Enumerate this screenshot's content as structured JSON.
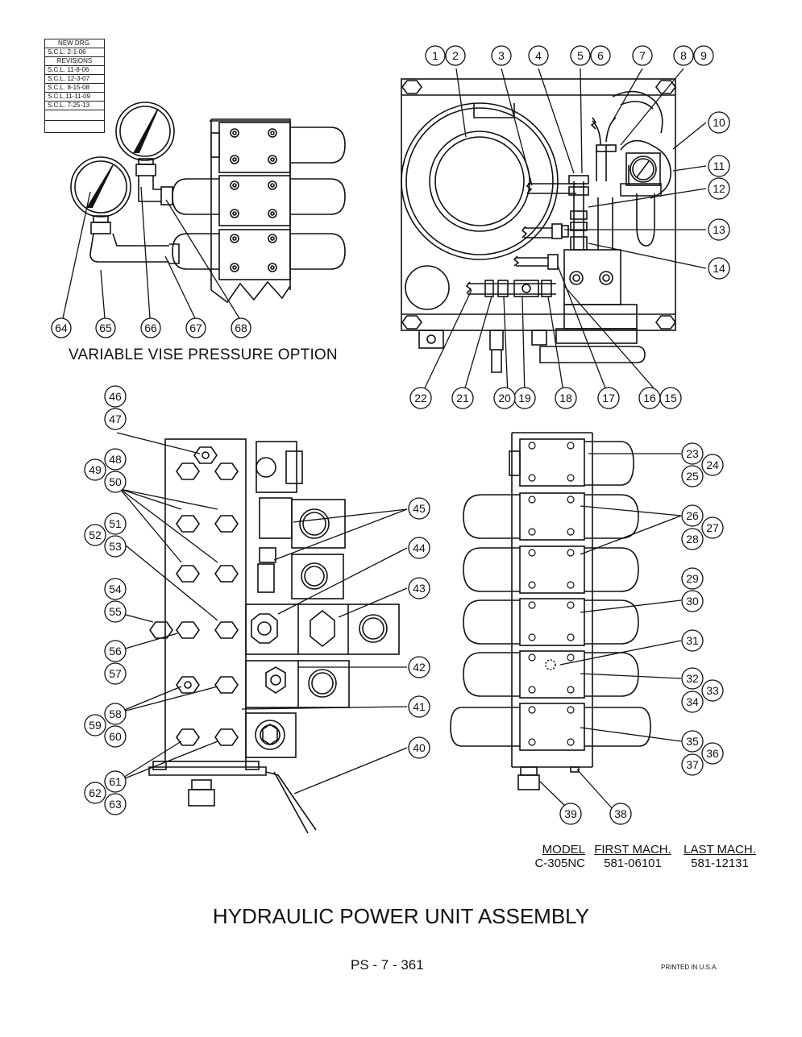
{
  "revisions": {
    "new_drg_label": "NEW DRG.",
    "new_drg_date": "S.C.L. 2-1-06",
    "header": "REVISIONS",
    "entries": [
      "S.C.L. 11-8-06",
      "S.C.L. 12-3-07",
      "S.C.L. 8-15-08",
      "S.C.L.11-11-09",
      "S.C.L. 7-25-13"
    ]
  },
  "vise_option_title": "VARIABLE VISE PRESSURE OPTION",
  "callouts": {
    "vise": [
      "64",
      "65",
      "66",
      "67",
      "68"
    ],
    "top": [
      "1",
      "2",
      "3",
      "4",
      "5",
      "6",
      "7",
      "8",
      "9",
      "10",
      "11",
      "12",
      "13",
      "14",
      "15",
      "16",
      "17",
      "18",
      "19",
      "20",
      "21",
      "22"
    ],
    "left": [
      "40",
      "41",
      "42",
      "43",
      "44",
      "45",
      "46",
      "47",
      "48",
      "49",
      "50",
      "51",
      "52",
      "53",
      "54",
      "55",
      "56",
      "57",
      "58",
      "59",
      "60",
      "61",
      "62",
      "63"
    ],
    "right": [
      "23",
      "24",
      "25",
      "26",
      "27",
      "28",
      "29",
      "30",
      "31",
      "32",
      "33",
      "34",
      "35",
      "36",
      "37",
      "38",
      "39"
    ]
  },
  "model_table": {
    "headers": [
      "MODEL",
      "FIRST MACH.",
      "LAST MACH."
    ],
    "row": [
      "C-305NC",
      "581-06101",
      "581-12131"
    ]
  },
  "title": "HYDRAULIC POWER UNIT ASSEMBLY",
  "page_number": "PS - 7 - 361",
  "printed": "PRINTED IN U.S.A."
}
